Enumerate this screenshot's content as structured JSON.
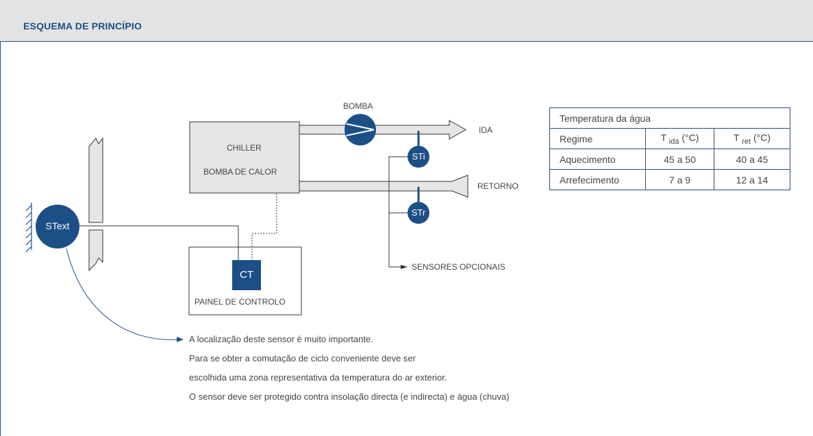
{
  "header": {
    "title": "ESQUEMA DE PRINCÍPIO"
  },
  "diagram": {
    "pump_label": "BOMBA",
    "chiller_line1": "CHILLER",
    "chiller_line2": "BOMBA DE CALOR",
    "ida_label": "IDA",
    "retorno_label": "RETORNO",
    "sti_label": "STi",
    "str_label": "STr",
    "stext_label": "SText",
    "ct_label": "CT",
    "panel_label": "PAINEL DE CONTROLO",
    "sensors_label": "SENSORES OPCIONAIS"
  },
  "table": {
    "title": "Temperatura da água",
    "header": {
      "regime": "Regime",
      "t_ida_main": "T",
      "t_ida_sub": "ida",
      "t_ida_unit": "(°C)",
      "t_ret_main": "T",
      "t_ret_sub": "ret",
      "t_ret_unit": "(°C)"
    },
    "rows": [
      {
        "regime": "Aquecimento",
        "ida": "45 a 50",
        "ret": "40 a 45"
      },
      {
        "regime": "Arrefecimento",
        "ida": "7 a 9",
        "ret": "12 a 14"
      }
    ]
  },
  "note": {
    "line1": "A localização deste sensor é muito importante.",
    "line2": "Para se obter a comutação de ciclo conveniente deve ser",
    "line3": "escolhida uma zona representativa da temperatura do ar exterior.",
    "line4": "O sensor deve ser protegido contra insolação directa (e indirecta) e água (chuva)"
  },
  "colors": {
    "accent": "#1c4f86",
    "header_bg": "#e3e3e3",
    "box_fill": "#e6e6e6"
  }
}
